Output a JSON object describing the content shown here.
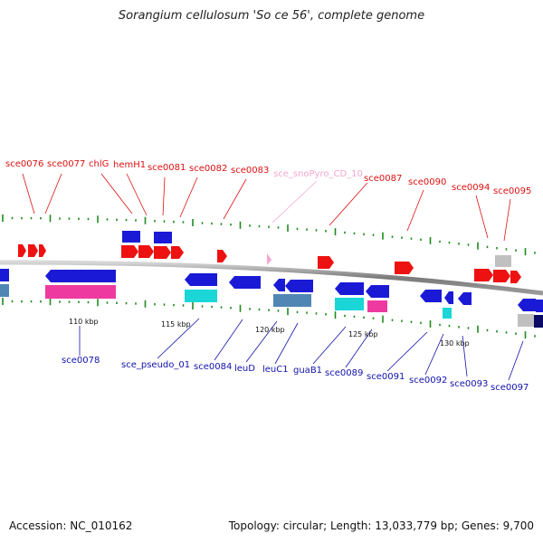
{
  "title": "Sorangium cellulosum 'So ce 56', complete genome",
  "footer": {
    "accession": "Accession: NC_010162",
    "info": "Topology: circular; Length: 13,033,779 bp; Genes: 9,700"
  },
  "colors": {
    "forward": "#ee1111",
    "reverse": "#1a1ad6",
    "pseudo": "#ee3aa0",
    "cyan": "#1ad6d6",
    "steel": "#4f86b4",
    "gray": "#c0c0c0",
    "navy": "#0a0a66",
    "pink": "#f3a6cf",
    "tick": "#1f8a1f",
    "topLabel": "#dd1111",
    "bottomLabel": "#1111aa"
  },
  "topLabels": [
    "sce0076",
    "sce0077",
    "chlG",
    "hemH1",
    "sce0081",
    "sce0082",
    "sce0083",
    "sce_snoPyro_CD_10",
    "sce0087",
    "sce0090",
    "sce0094",
    "sce0095"
  ],
  "bottomLabels": [
    "sce0078",
    "sce_pseudo_01",
    "sce0084",
    "leuD",
    "leuC1",
    "guaB1",
    "sce0089",
    "sce0091",
    "sce0092",
    "sce0093",
    "sce0097"
  ],
  "ticks": [
    "110 kbp",
    "115 kbp",
    "120 kbp",
    "125 kbp",
    "130 kbp"
  ]
}
